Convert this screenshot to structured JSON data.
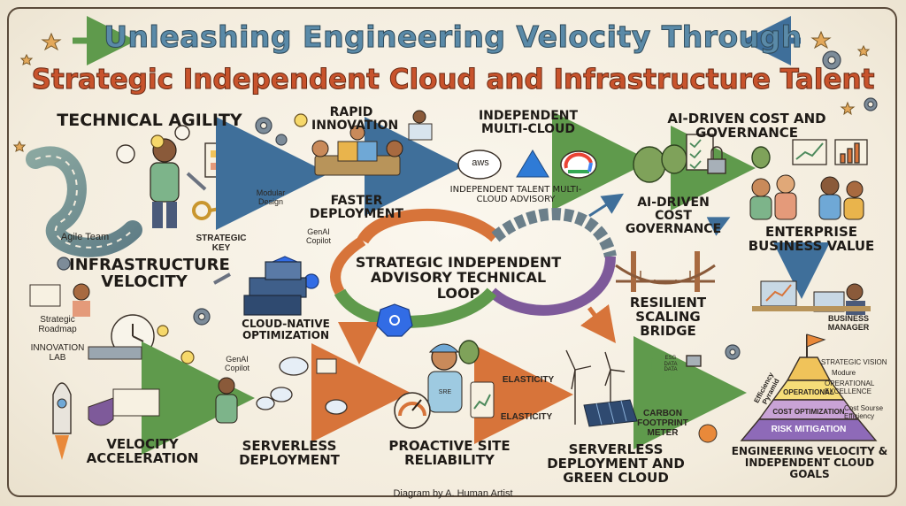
{
  "title": {
    "line1": "Unleashing Engineering Velocity Through",
    "line2": "Strategic Independent Cloud and Infrastructure Talent"
  },
  "sections": {
    "technical_agility": "TECHNICAL AGILITY",
    "rapid_innovation": "RAPID INNOVATION",
    "independent_multicloud": "INDEPENDENT MULTI-CLOUD",
    "ai_cost_governance_header": "AI-DRIVEN COST AND GOVERNANCE",
    "faster_deployment": "FASTER DEPLOYMENT",
    "independent_talent": "INDEPENDENT TALENT MULTI-CLOUD ADVISORY",
    "ai_cost_governance": "AI-DRIVEN COST GOVERNANCE",
    "enterprise_value": "ENTERPRISE BUSINESS VALUE",
    "infrastructure_velocity": "INFRASTRUCTURE VELOCITY",
    "strategic_loop": "STRATEGIC INDEPENDENT ADVISORY TECHNICAL LOOP",
    "resilient_bridge": "RESILIENT SCALING BRIDGE",
    "cloud_native": "CLOUD-NATIVE OPTIMIZATION",
    "velocity_acceleration": "VELOCITY ACCELERATION",
    "serverless_deployment": "SERVERLESS DEPLOYMENT",
    "proactive_sre": "PROACTIVE SITE RELIABILITY",
    "serverless_green": "SERVERLESS DEPLOYMENT AND GREEN CLOUD",
    "goals": "ENGINEERING VELOCITY & INDEPENDENT CLOUD GOALS"
  },
  "small_labels": {
    "agile_team": "Agile Team",
    "strategic_key": "STRATEGIC KEY",
    "modular_design": "Modular Design",
    "genai_copilot_top": "GenAI Copilot",
    "strategic_roadmap": "Strategic Roadmap",
    "innovation_lab": "INNOVATION LAB",
    "genai_copilot_bottom": "GenAI Copilot",
    "aws": "aws",
    "business_manager": "BUSINESS MANAGER",
    "elasticity_1": "ELASTICITY",
    "elasticity_2": "ELASTICITY",
    "sre_badge": "SRE",
    "esg_data": "ESG DATA DATA",
    "carbon_meter": "CARBON FOOTPRINT METER"
  },
  "pyramid": {
    "side_label": "Efficiency Pyramid",
    "levels": [
      "OPERATIONAL",
      "COST OPTIMIZATION",
      "RISK MITIGATION"
    ],
    "annotations": [
      "STRATEGIC VISION",
      "Modure",
      "OPERATIONAL EXCELLENCE",
      "Cost Sourse Efficiency"
    ]
  },
  "credit": "Diagram by A. Human Artist",
  "colors": {
    "title_blue": "#5a8aa8",
    "title_orange": "#c8532c",
    "arrow_green": "#5f9a4c",
    "arrow_blue": "#3f6f9a",
    "loop_orange": "#d7743a",
    "highlight": "#f6dd78"
  },
  "icons": [
    "star-icon",
    "gear-icon",
    "clock-icon",
    "lightbulb-icon",
    "wrench-icon",
    "key-icon",
    "kubernetes-icon",
    "container-icon",
    "rocket-icon",
    "shield-icon",
    "cloud-icon",
    "money-bag-icon",
    "checklist-icon",
    "lock-icon",
    "chart-icon",
    "bridge-icon",
    "wind-turbine-icon",
    "solar-panel-icon",
    "footprint-icon",
    "flag-icon",
    "pyramid-icon",
    "laptop-icon",
    "gauge-icon"
  ]
}
